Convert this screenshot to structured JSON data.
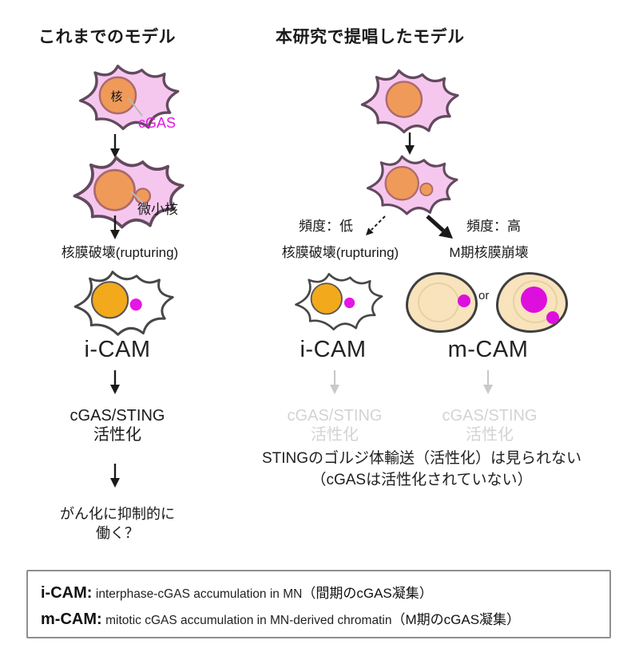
{
  "titles": {
    "left": "これまでのモデル",
    "right": "本研究で提唱したモデル"
  },
  "left_column": {
    "nucleus_label": "核",
    "cgas_label": "cGAS",
    "micronucleus_label": "微小核",
    "rupture_label": "核膜破壊(rupturing)",
    "icam_label": "i-CAM",
    "activation_line1": "cGAS/STING",
    "activation_line2": "活性化",
    "outcome_line1": "がん化に抑制的に",
    "outcome_line2": "働く？"
  },
  "right_column": {
    "freq_low": "頻度：低",
    "freq_high": "頻度：高",
    "rupture_label": "核膜破壊(rupturing)",
    "mitotic_collapse_label": "M期核膜崩壊",
    "icam_label": "i-CAM",
    "or_label": "or",
    "mcam_label": "m-CAM",
    "activation_icam_line1": "cGAS/STING",
    "activation_icam_line2": "活性化",
    "activation_mcam_line1": "cGAS/STING",
    "activation_mcam_line2": "活性化",
    "note_line1": "STINGのゴルジ体輸送（活性化）は見られない",
    "note_line2": "（cGASは活性化されていない）"
  },
  "legend": {
    "icam_term": "i-CAM:",
    "icam_def_en": "interphase-cGAS accumulation in MN",
    "icam_def_jp": "（間期のcGAS凝集）",
    "mcam_term": "m-CAM:",
    "mcam_def_en": "mitotic cGAS accumulation in MN-derived chromatin",
    "mcam_def_jp": "（M期のcGAS凝集）"
  },
  "colors": {
    "magenta": "#e516e5",
    "cell_pink": "#f6c7ee",
    "cell_outline_pink": "#624a5e",
    "nucleus_orange": "#f09a5a",
    "nucleus_gold": "#f3a91c",
    "cell_beige": "#f8e3bd",
    "faded_gray": "#d3d3d3"
  }
}
